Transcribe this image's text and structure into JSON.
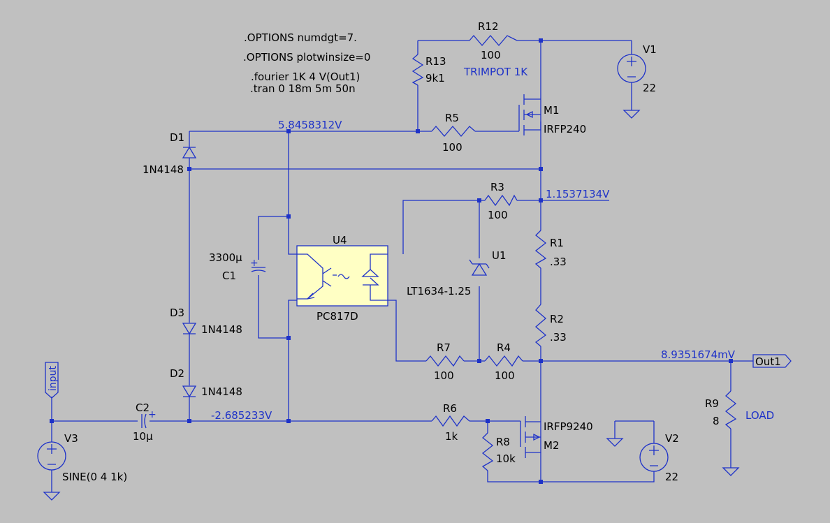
{
  "directives": [
    ".OPTIONS numdgt=7.",
    ".OPTIONS plotwinsize=0",
    ".fourier 1K 4 V(Out1)",
    ".tran 0 18m 5m 50n"
  ],
  "components": {
    "R12": {
      "name": "R12",
      "value": "100"
    },
    "R13": {
      "name": "R13",
      "value": "9k1"
    },
    "R5": {
      "name": "R5",
      "value": "100"
    },
    "R3": {
      "name": "R3",
      "value": "100"
    },
    "R1": {
      "name": "R1",
      "value": ".33"
    },
    "R2": {
      "name": "R2",
      "value": ".33"
    },
    "R7": {
      "name": "R7",
      "value": "100"
    },
    "R4": {
      "name": "R4",
      "value": "100"
    },
    "R6": {
      "name": "R6",
      "value": "1k"
    },
    "R8": {
      "name": "R8",
      "value": "10k"
    },
    "R9": {
      "name": "R9",
      "value": "8"
    },
    "V1": {
      "name": "V1",
      "value": "22"
    },
    "V2": {
      "name": "V2",
      "value": "22"
    },
    "V3": {
      "name": "V3",
      "value": "SINE(0 4 1k)"
    },
    "M1": {
      "name": "M1",
      "value": "IRFP240"
    },
    "M2": {
      "name": "M2",
      "value": "IRFP9240"
    },
    "D1": {
      "name": "D1",
      "value": "1N4148"
    },
    "D2": {
      "name": "D2",
      "value": "1N4148"
    },
    "D3": {
      "name": "D3",
      "value": "1N4148"
    },
    "C1": {
      "name": "C1",
      "value": "3300µ"
    },
    "C2": {
      "name": "C2",
      "value": "10µ"
    },
    "U1": {
      "name": "U1",
      "value": "LT1634-1.25"
    },
    "U4": {
      "name": "U4",
      "value": "PC817D"
    }
  },
  "comments": {
    "trimpot": "TRIMPOT 1K",
    "load": "LOAD"
  },
  "node_voltages": {
    "top": "5.8458312V",
    "mid": "1.1537134V",
    "out": "8.9351674mV",
    "bottom": "-2.685233V"
  },
  "net_labels": {
    "input": "input",
    "out": "Out1"
  }
}
